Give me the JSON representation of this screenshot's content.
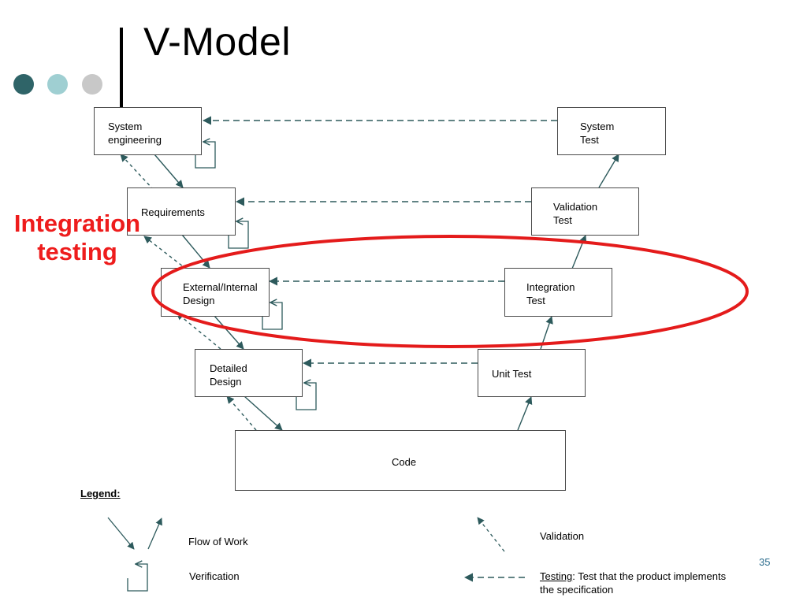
{
  "title": "V-Model",
  "callout": "Integration\n testing",
  "page_number": "35",
  "colors": {
    "dot1": "#2f6468",
    "dot2": "#9fcfd2",
    "dot3": "#c8c8c8",
    "arrow": "#2d5a5c",
    "highlight": "#e41b1b"
  },
  "boxes": {
    "system_engineering": "System\nengineering",
    "requirements": "Requirements",
    "external_internal_design": "External/Internal\nDesign",
    "detailed_design": "Detailed\nDesign",
    "code": "Code",
    "system_test": "System\nTest",
    "validation_test": "Validation\nTest",
    "integration_test": "Integration\nTest",
    "unit_test": "Unit Test"
  },
  "legend": {
    "title": "Legend:",
    "flow_of_work": "Flow of Work",
    "verification": "Verification",
    "validation": "Validation",
    "testing_term": "Testing",
    "testing_desc": ":  Test that the product implements\nthe  specification"
  }
}
